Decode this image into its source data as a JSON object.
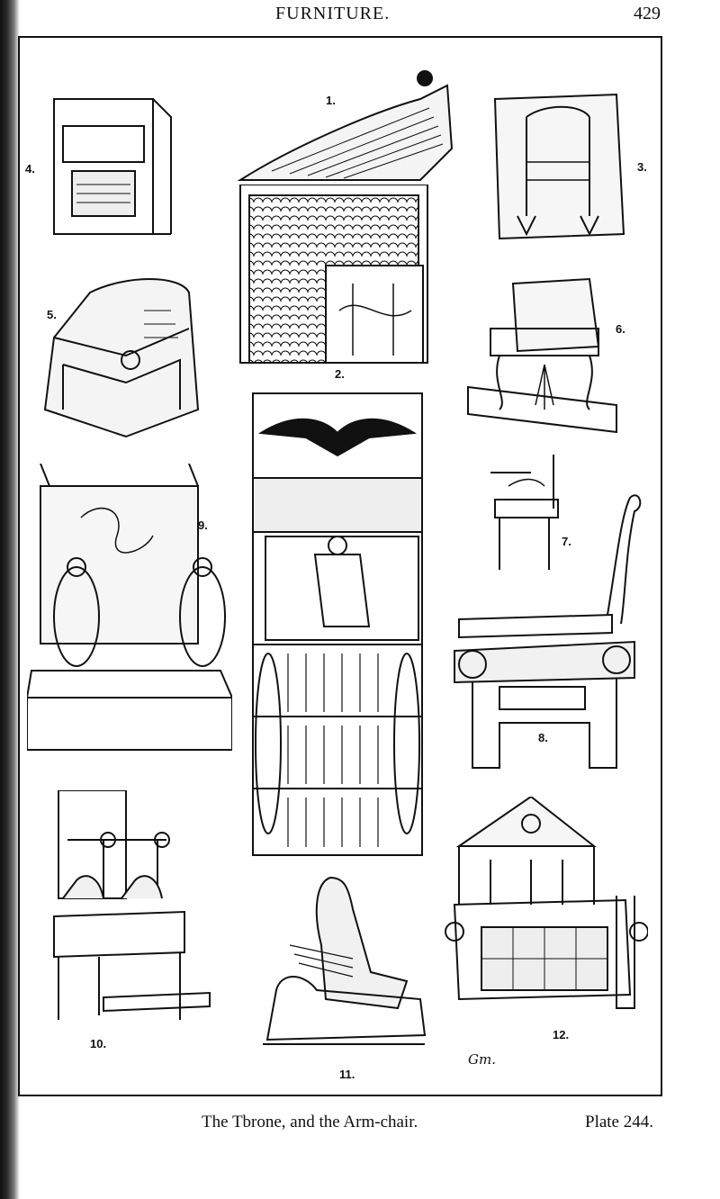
{
  "header": {
    "running_title": "FURNITURE.",
    "page_number": "429"
  },
  "figures": [
    {
      "label": "1.",
      "icon": "vulture-wing-throne-back"
    },
    {
      "label": "2.",
      "icon": "egyptian-throne-panel"
    },
    {
      "label": "3.",
      "icon": "assyrian-relief-chair"
    },
    {
      "label": "4.",
      "icon": "stone-seat-with-inscription"
    },
    {
      "label": "5.",
      "icon": "marble-armchair"
    },
    {
      "label": "6.",
      "icon": "carved-armchair-on-plinth"
    },
    {
      "label": "7.",
      "icon": "small-greek-chair"
    },
    {
      "label": "8.",
      "icon": "swan-neck-chair"
    },
    {
      "label": "9.",
      "icon": "sphinx-armchair"
    },
    {
      "label": "10.",
      "icon": "high-back-throne-with-sphinxes"
    },
    {
      "label": "11.",
      "icon": "seated-figure-on-sphinx-throne"
    },
    {
      "label": "12.",
      "icon": "gabled-byzantine-throne"
    }
  ],
  "signature": "Gm.",
  "caption": {
    "title": "The Tbrone, and the Arm-chair.",
    "plate": "Plate 244."
  }
}
